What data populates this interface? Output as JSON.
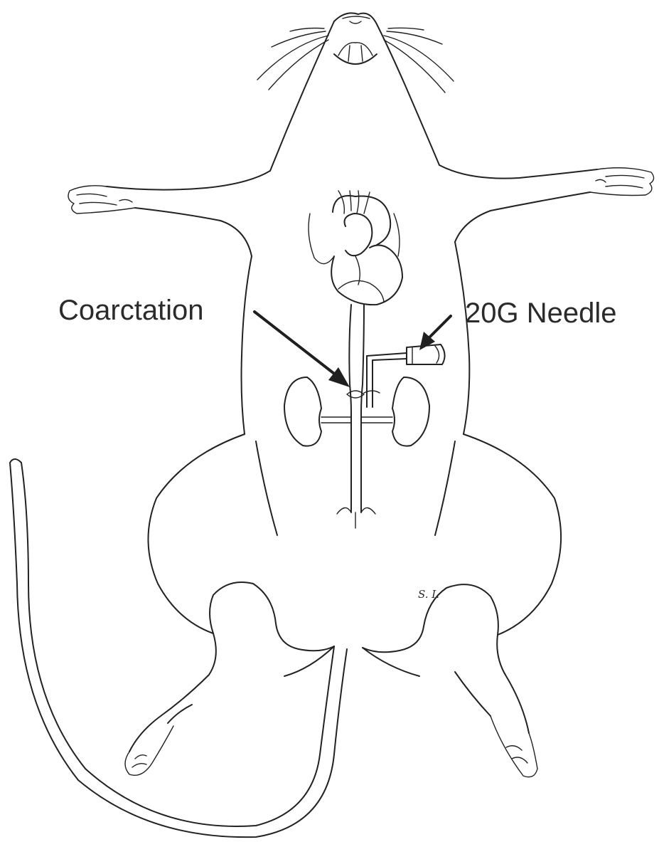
{
  "labels": {
    "coarctation": "Coarctation",
    "needle": "20G  Needle"
  },
  "signature": "S. I.",
  "colors": {
    "ink": "#222222",
    "background": "#ffffff"
  }
}
